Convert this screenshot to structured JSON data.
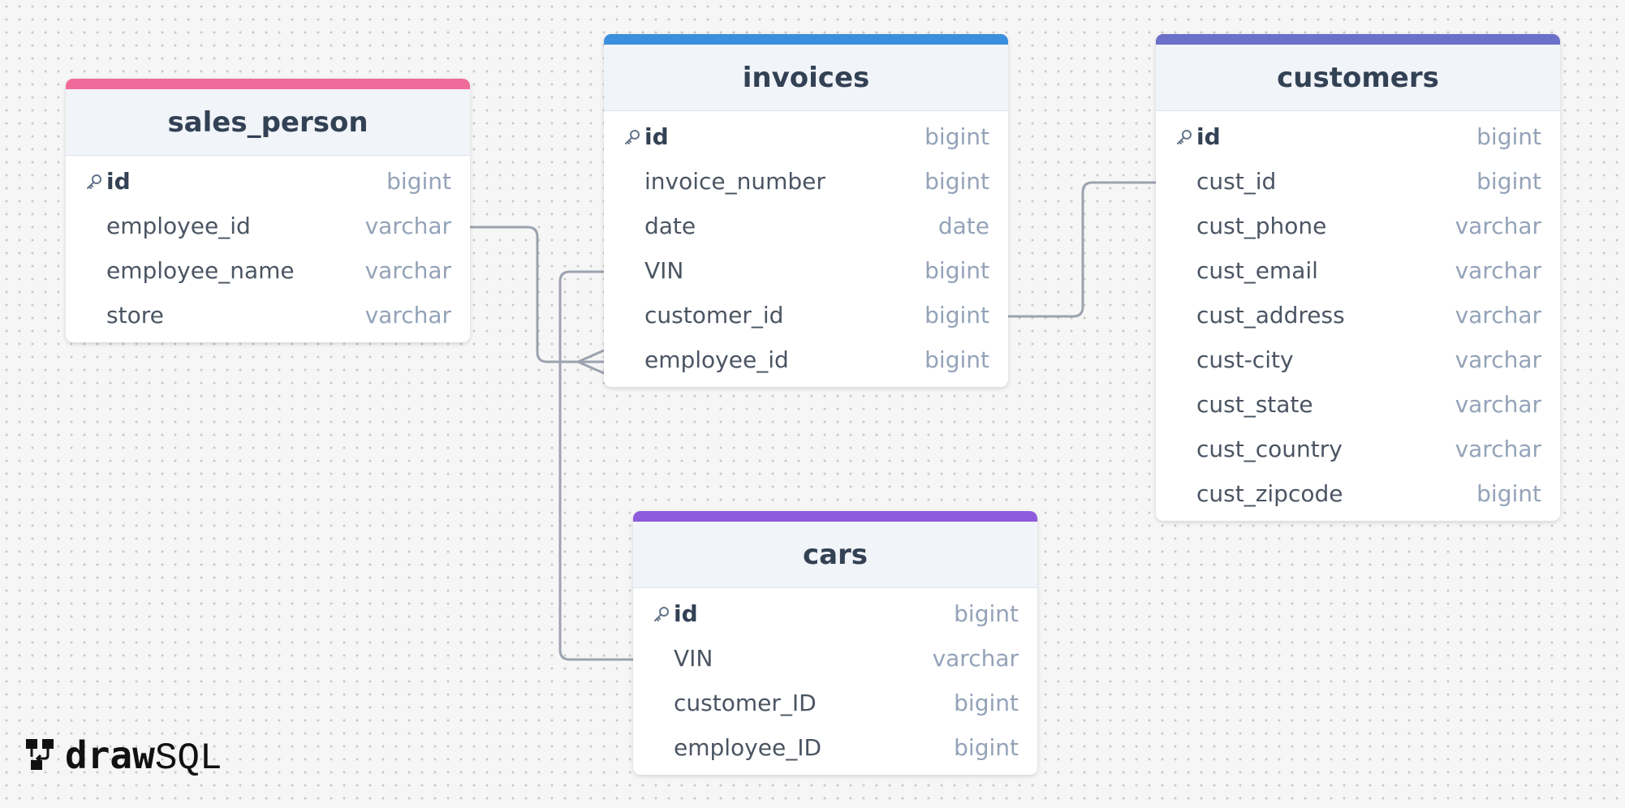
{
  "logo": {
    "draw": "draw",
    "sql": "SQL"
  },
  "tables": {
    "sales_person": {
      "title": "sales_person",
      "accent": "#f06b9a",
      "columns": [
        {
          "name": "id",
          "type": "bigint",
          "pk": true
        },
        {
          "name": "employee_id",
          "type": "varchar"
        },
        {
          "name": "employee_name",
          "type": "varchar"
        },
        {
          "name": "store",
          "type": "varchar"
        }
      ]
    },
    "invoices": {
      "title": "invoices",
      "accent": "#3b8fdc",
      "columns": [
        {
          "name": "id",
          "type": "bigint",
          "pk": true
        },
        {
          "name": "invoice_number",
          "type": "bigint"
        },
        {
          "name": "date",
          "type": "date"
        },
        {
          "name": "VIN",
          "type": "bigint"
        },
        {
          "name": "customer_id",
          "type": "bigint"
        },
        {
          "name": "employee_id",
          "type": "bigint"
        }
      ]
    },
    "customers": {
      "title": "customers",
      "accent": "#6b70c8",
      "columns": [
        {
          "name": "id",
          "type": "bigint",
          "pk": true
        },
        {
          "name": "cust_id",
          "type": "bigint"
        },
        {
          "name": "cust_phone",
          "type": "varchar"
        },
        {
          "name": "cust_email",
          "type": "varchar"
        },
        {
          "name": "cust_address",
          "type": "varchar"
        },
        {
          "name": "cust-city",
          "type": "varchar"
        },
        {
          "name": "cust_state",
          "type": "varchar"
        },
        {
          "name": "cust_country",
          "type": "varchar"
        },
        {
          "name": "cust_zipcode",
          "type": "bigint"
        }
      ]
    },
    "cars": {
      "title": "cars",
      "accent": "#8e5bdc",
      "columns": [
        {
          "name": "id",
          "type": "bigint",
          "pk": true
        },
        {
          "name": "VIN",
          "type": "varchar"
        },
        {
          "name": "customer_ID",
          "type": "bigint"
        },
        {
          "name": "employee_ID",
          "type": "bigint"
        }
      ]
    }
  },
  "relations": [
    {
      "from": "sales_person.employee_id",
      "to": "invoices.employee_id",
      "to_cardinality": "many"
    },
    {
      "from": "cars.VIN",
      "to": "invoices.VIN",
      "to_cardinality": "one"
    },
    {
      "from": "invoices.customer_id",
      "to": "customers.cust_id",
      "to_cardinality": "one"
    }
  ]
}
